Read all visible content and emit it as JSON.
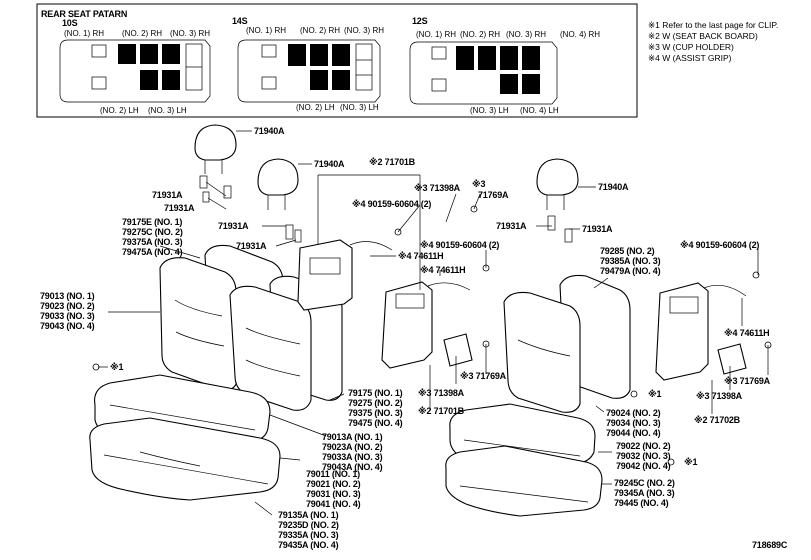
{
  "pattern": {
    "title": "REAR SEAT PATARN",
    "layouts": [
      {
        "code": "10S",
        "top": [
          "(NO. 1) RH",
          "(NO. 2) RH",
          "(NO. 3) RH"
        ],
        "bottom": [
          "(NO. 2) LH",
          "(NO. 3) LH"
        ]
      },
      {
        "code": "14S",
        "top": [
          "(NO. 1) RH",
          "(NO. 2) RH",
          "(NO. 3) RH"
        ],
        "bottom": [
          "(NO. 2) LH",
          "(NO. 3) LH"
        ]
      },
      {
        "code": "12S",
        "top": [
          "(NO. 1) RH",
          "(NO. 2) RH",
          "(NO. 3) RH",
          "(NO. 4) RH"
        ],
        "bottom": [
          "(NO. 3) LH",
          "(NO. 4) LH"
        ]
      }
    ]
  },
  "legend": [
    "※1  Refer to the last page for CLIP.",
    "※2  W (SEAT BACK BOARD)",
    "※3  W (CUP  HOLDER)",
    "※4  W (ASSIST GRIP)"
  ],
  "labels": {
    "hr1": "71940A",
    "hr2": "71940A",
    "hr3": "71940A",
    "g1a": "71931A",
    "g1b": "71931A",
    "g2a": "71931A",
    "g2b": "71931A",
    "g3a": "71931A",
    "g3b": "71931A",
    "b1": "※2 71701B",
    "b2": "※3  71398A",
    "b3": "※3",
    "b4": "71769A",
    "b5": "※4 90159-60604 (2)",
    "b6": "※4 74611H",
    "b7": "※4 90159-60604 (2)",
    "b8": "※4 74611H",
    "b9": "※3 71769A",
    "b10": "※3 71398A",
    "b11": "※2 71701B",
    "r1": "※4 90159-60604 (2)",
    "r2": "※4 74611H",
    "r3": "※3 71769A",
    "r4": "※3 71398A",
    "r5": "※2 71702B",
    "clip1": "※1",
    "clip2": "※1",
    "clip3": "※1",
    "fig": "718689C"
  },
  "groups": {
    "back_left": [
      "79175E (NO. 1)",
      "79275C (NO. 2)",
      "79375A (NO. 3)",
      "79475A (NO. 4)"
    ],
    "frame_left": [
      "79013 (NO. 1)",
      "79023 (NO. 2)",
      "79033 (NO. 3)",
      "79043 (NO. 4)"
    ],
    "back_mid": [
      "79175 (NO. 1)",
      "79275 (NO. 2)",
      "79375 (NO. 3)",
      "79475 (NO. 4)"
    ],
    "cush_a": [
      "79013A (NO. 1)",
      "79023A (NO. 2)",
      "79033A (NO. 3)",
      "79043A (NO. 4)"
    ],
    "cush_b": [
      "79011 (NO. 1)",
      "79021 (NO. 2)",
      "79031 (NO. 3)",
      "79041 (NO. 4)"
    ],
    "cush_c": [
      "79135A (NO. 1)",
      "79235D (NO. 2)",
      "79335A (NO. 3)",
      "79435A (NO. 4)"
    ],
    "back_right": [
      "79285 (NO. 2)",
      "79385A (NO. 3)",
      "79479A (NO. 4)"
    ],
    "right_a": [
      "79024 (NO. 2)",
      "79034 (NO. 3)",
      "79044 (NO. 4)"
    ],
    "right_b": [
      "79022 (NO. 2)",
      "79032 (NO. 3)",
      "79042 (NO. 4)"
    ],
    "right_c": [
      "79245C (NO. 2)",
      "79345A (NO. 3)",
      "79445 (NO. 4)"
    ]
  }
}
